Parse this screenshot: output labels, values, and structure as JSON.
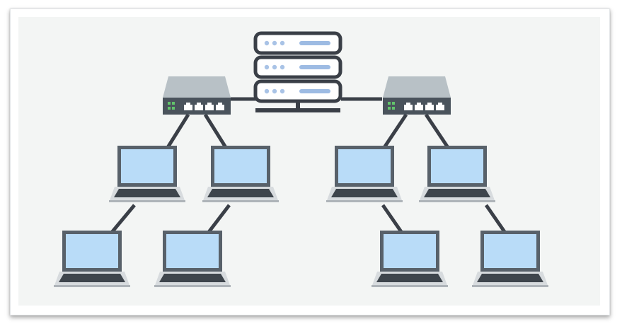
{
  "diagram": {
    "type": "tree-network-topology",
    "colors": {
      "background": "#f3f5f4",
      "cable": "#3a3f47",
      "server_outline": "#3a3f47",
      "server_fill": "#ffffff",
      "server_led": "#a9c3e6",
      "server_bar": "#9dbbe3",
      "switch_top": "#b8c1c6",
      "switch_body": "#4a535c",
      "switch_led": "#62c46b",
      "laptop_frame": "#58616a",
      "laptop_screen": "#b9dcf8",
      "laptop_base": "#d7dbde",
      "laptop_keyboard": "#3e454c"
    },
    "icons": {
      "server": "server-rack-icon",
      "switch": "network-switch-icon",
      "laptop": "laptop-icon"
    },
    "nodes": [
      {
        "id": "server",
        "kind": "server"
      },
      {
        "id": "switch-left",
        "kind": "switch"
      },
      {
        "id": "switch-right",
        "kind": "switch"
      },
      {
        "id": "laptop-l1",
        "kind": "laptop"
      },
      {
        "id": "laptop-l2",
        "kind": "laptop"
      },
      {
        "id": "laptop-r1",
        "kind": "laptop"
      },
      {
        "id": "laptop-r2",
        "kind": "laptop"
      },
      {
        "id": "laptop-l1-child",
        "kind": "laptop"
      },
      {
        "id": "laptop-l2-child",
        "kind": "laptop"
      },
      {
        "id": "laptop-r1-child",
        "kind": "laptop"
      },
      {
        "id": "laptop-r2-child",
        "kind": "laptop"
      }
    ],
    "edges": [
      {
        "from": "server",
        "to": "switch-left"
      },
      {
        "from": "server",
        "to": "switch-right"
      },
      {
        "from": "switch-left",
        "to": "laptop-l1"
      },
      {
        "from": "switch-left",
        "to": "laptop-l2"
      },
      {
        "from": "switch-right",
        "to": "laptop-r1"
      },
      {
        "from": "switch-right",
        "to": "laptop-r2"
      },
      {
        "from": "laptop-l1",
        "to": "laptop-l1-child"
      },
      {
        "from": "laptop-l2",
        "to": "laptop-l2-child"
      },
      {
        "from": "laptop-r1",
        "to": "laptop-r1-child"
      },
      {
        "from": "laptop-r2",
        "to": "laptop-r2-child"
      }
    ]
  }
}
